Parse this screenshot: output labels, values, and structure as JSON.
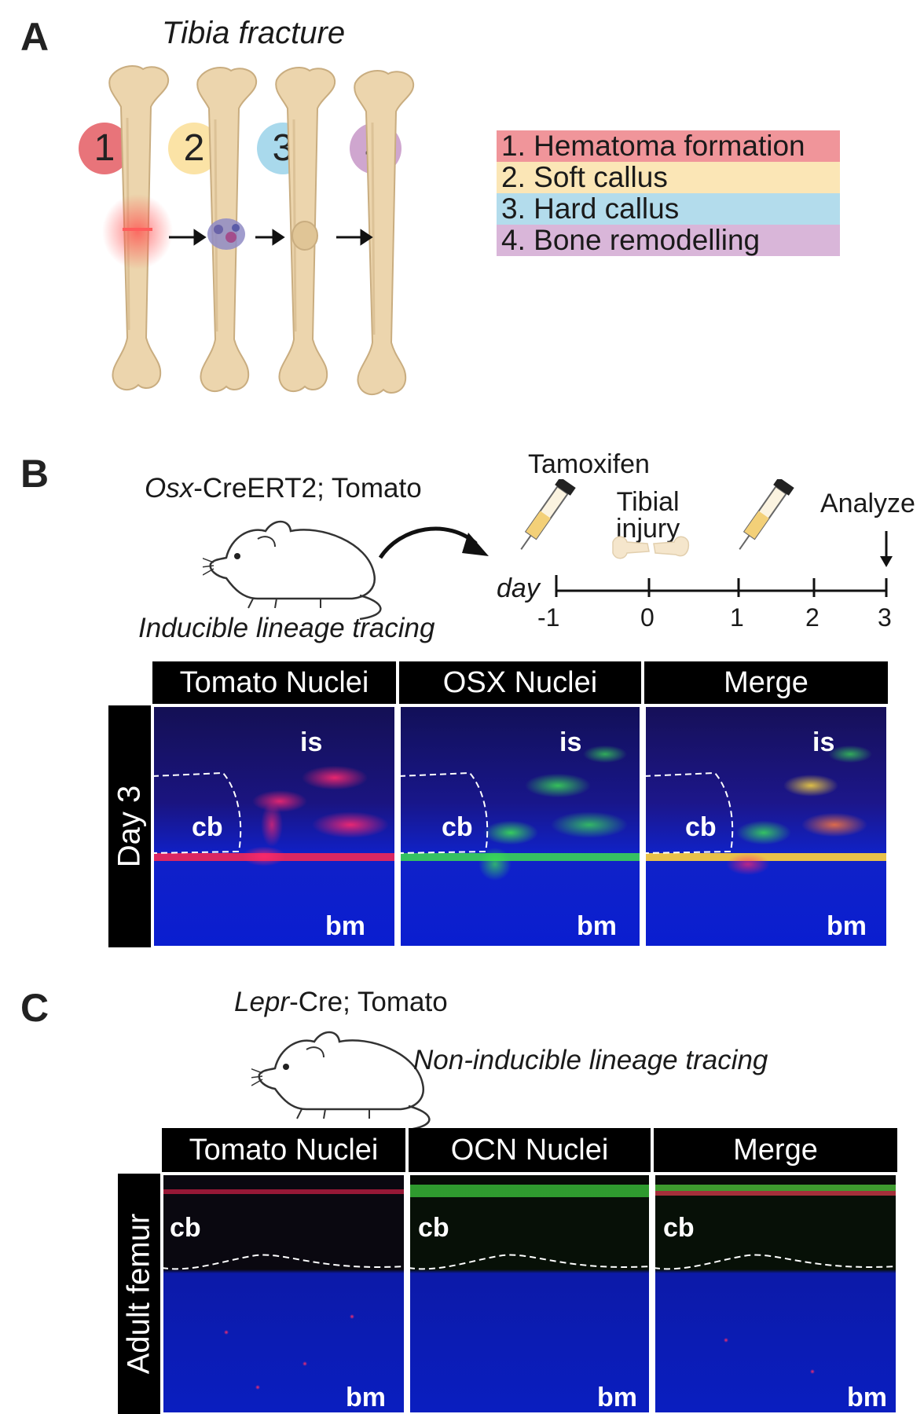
{
  "panel_a": {
    "letter": "A",
    "title": "Tibia fracture",
    "steps": [
      {
        "num": "1",
        "color": "#e8747a"
      },
      {
        "num": "2",
        "color": "#fbe3a6"
      },
      {
        "num": "3",
        "color": "#a9d9ec"
      },
      {
        "num": "4",
        "color": "#cfa6cf"
      }
    ],
    "legend": [
      {
        "label": "1. Hematoma formation",
        "color": "#f0959a"
      },
      {
        "label": "2. Soft callus",
        "color": "#fbe6b6"
      },
      {
        "label": "3. Hard callus",
        "color": "#b3dcec"
      },
      {
        "label": "4. Bone remodelling",
        "color": "#d9b6d9"
      }
    ]
  },
  "panel_b": {
    "letter": "B",
    "genotype_italic": "Osx",
    "genotype_rest": "-CreERT2; Tomato",
    "tracing": "Inducible lineage tracing",
    "tamoxifen": "Tamoxifen",
    "injury_line1": "Tibial",
    "injury_line2": "injury",
    "analyze": "Analyze",
    "day_label": "day",
    "days": [
      "-1",
      "0",
      "1",
      "2",
      "3"
    ],
    "headers": [
      "Tomato Nuclei",
      "OSX Nuclei",
      "Merge"
    ],
    "side_label": "Day 3",
    "region_labels": {
      "is": "is",
      "cb": "cb",
      "bm": "bm"
    }
  },
  "panel_c": {
    "letter": "C",
    "genotype_italic": "Lepr",
    "genotype_rest": "-Cre; Tomato",
    "tracing": "Non-inducible lineage tracing",
    "headers": [
      "Tomato Nuclei",
      "OCN Nuclei",
      "Merge"
    ],
    "side_label": "Adult femur",
    "region_labels": {
      "cb": "cb",
      "bm": "bm"
    }
  },
  "colors": {
    "bone": "#ecd5ad",
    "bone_edge": "#c9ad80",
    "dapi": "#0b1fc8",
    "tomato": "#ff2e6a",
    "osx": "#35e04a"
  }
}
